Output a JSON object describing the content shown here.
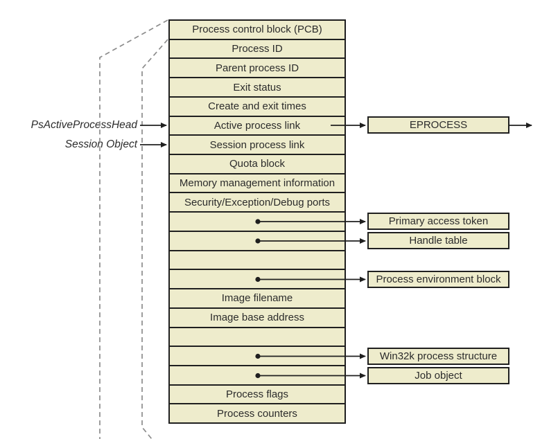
{
  "diagram": {
    "title_semantic": "Structure of an executive process (EPROCESS) block",
    "colors": {
      "background": "#ffffff",
      "box_fill": "#eeeccc",
      "box_border": "#1f1f1f",
      "text": "#2b2b2b",
      "dashed_projection": "#8c8c8c"
    }
  },
  "left_labels": {
    "ps_active_process_head": "PsActiveProcessHead",
    "session_object": "Session Object"
  },
  "main_block": {
    "rows": [
      {
        "label": "Process control block (PCB)",
        "bullet": false
      },
      {
        "label": "Process ID",
        "bullet": false
      },
      {
        "label": "Parent process ID",
        "bullet": false
      },
      {
        "label": "Exit status",
        "bullet": false
      },
      {
        "label": "Create and exit times",
        "bullet": false
      },
      {
        "label": "Active process link",
        "bullet": false,
        "points_to": "EPROCESS"
      },
      {
        "label": "Session process link",
        "bullet": false
      },
      {
        "label": "Quota block",
        "bullet": false
      },
      {
        "label": "Memory management information",
        "bullet": false
      },
      {
        "label": "Security/Exception/Debug ports",
        "bullet": false
      },
      {
        "label": "",
        "bullet": true,
        "points_to": "Primary access token"
      },
      {
        "label": "",
        "bullet": true,
        "points_to": "Handle table"
      },
      {
        "label": "",
        "bullet": false
      },
      {
        "label": "",
        "bullet": true,
        "points_to": "Process environment block"
      },
      {
        "label": "Image filename",
        "bullet": false
      },
      {
        "label": "Image base address",
        "bullet": false
      },
      {
        "label": "",
        "bullet": false
      },
      {
        "label": "",
        "bullet": true,
        "points_to": "Win32k process structure"
      },
      {
        "label": "",
        "bullet": true,
        "points_to": "Job object"
      },
      {
        "label": "Process flags",
        "bullet": false
      },
      {
        "label": "Process counters",
        "bullet": false
      }
    ]
  },
  "side_boxes": {
    "eprocess": "EPROCESS",
    "primary_access_token": "Primary access token",
    "handle_table": "Handle table",
    "process_environment_block": "Process environment block",
    "win32k_process_structure": "Win32k process structure",
    "job_object": "Job object"
  }
}
